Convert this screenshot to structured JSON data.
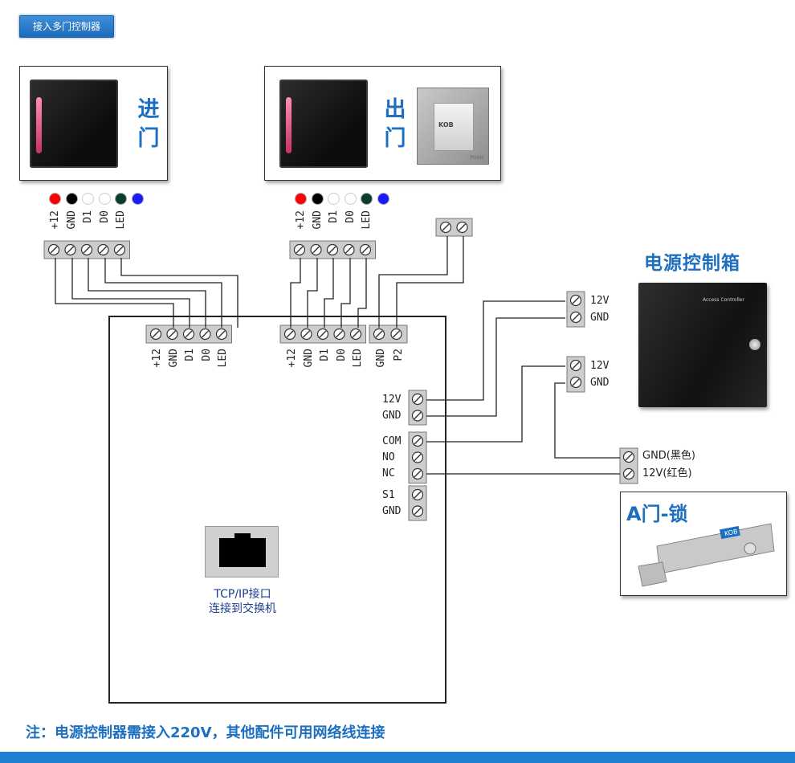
{
  "header": {
    "tag_label": "接入多门控制器"
  },
  "entry_reader": {
    "label": "进门"
  },
  "exit_reader": {
    "label": "出门",
    "button_logo": "KOB",
    "button_text": "PUSH"
  },
  "wire_colors": [
    "#ff0000",
    "#000000",
    "#ffffff",
    "#ffffff",
    "#0a3d2e",
    "#1a1aff"
  ],
  "reader_terminal_labels": [
    "+12",
    "GND",
    "D1",
    "D0",
    "LED"
  ],
  "exit_button_terminal": {
    "labels": []
  },
  "controller": {
    "reader1_labels": [
      "+12",
      "GND",
      "D1",
      "D0",
      "LED"
    ],
    "reader2_labels": [
      "+12",
      "GND",
      "D1",
      "D0",
      "LED"
    ],
    "button_labels": [
      "GND",
      "P2"
    ],
    "power_labels": [
      "12V",
      "GND"
    ],
    "relay_labels": [
      "COM",
      "NO",
      "NC"
    ],
    "sensor_labels": [
      "S1",
      "GND"
    ],
    "tcp_text_line1": "TCP/IP接口",
    "tcp_text_line2": "连接到交换机"
  },
  "power_supply": {
    "title": "电源控制箱",
    "device_name": "Access Controller",
    "out1_labels": [
      "12V",
      "GND"
    ],
    "out2_labels": [
      "12V",
      "GND"
    ]
  },
  "lock": {
    "terminal_labels": [
      "GND(黑色)",
      "12V(红色)"
    ],
    "title": "A门-锁",
    "logo": "KOB"
  },
  "footer": {
    "note": "注：电源控制器需接入220V，其他配件可用网络线连接"
  }
}
